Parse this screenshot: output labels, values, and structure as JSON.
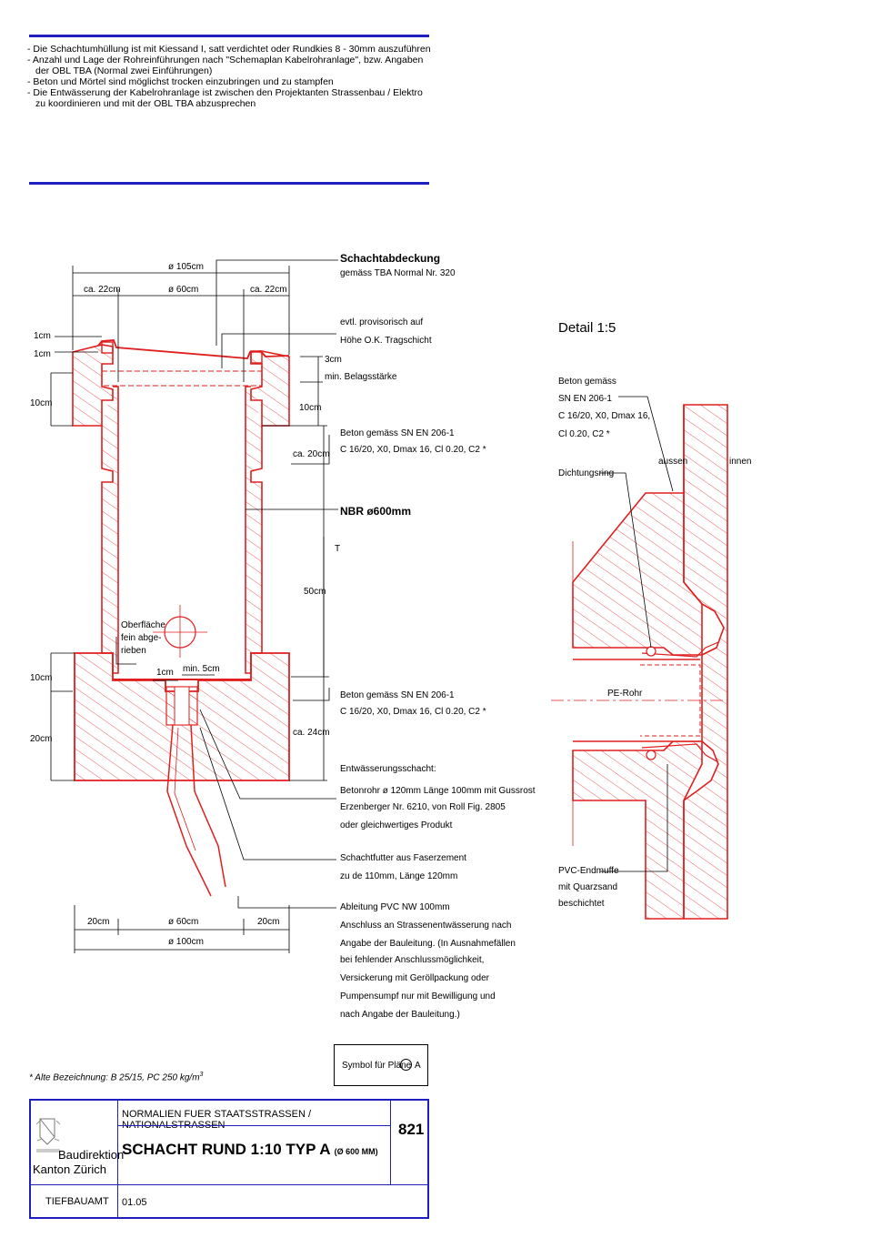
{
  "notes": [
    "- Die Schachtumhüllung ist mit Kiessand I, satt verdichtet oder Rundkies 8 - 30mm auszuführen",
    "- Anzahl und Lage der Rohreinführungen nach \"Schemaplan Kabelrohranlage\", bzw. Angaben der OBL TBA (Normal zwei Einführungen)",
    "- Beton und Mörtel sind möglichst trocken einzubringen und zu stampfen",
    "- Die Entwässerung der Kabelrohranlage ist zwischen den Projektanten Strassenbau / Elektro zu koordinieren und mit der OBL TBA abzusprechen"
  ],
  "section": {
    "dims": {
      "d105": "ø 105cm",
      "ca22_left": "ca. 22cm",
      "d60_top": "ø 60cm",
      "ca22_right": "ca. 22cm",
      "1cm_a": "1cm",
      "1cm_b": "1cm",
      "10cm_left_top": "10cm",
      "3cm": "3cm",
      "10cm_right": "10cm",
      "ca20": "ca. 20cm",
      "50cm": "50cm",
      "10cm_left_bottom": "10cm",
      "20cm_left": "20cm",
      "ca24": "ca. 24cm",
      "1cm_inner": "1cm",
      "min5": "min. 5cm",
      "20cm_bl": "20cm",
      "d60_bottom": "ø 60cm",
      "20cm_br": "20cm",
      "d100": "ø 100cm"
    },
    "oberflaeche": [
      "Oberfläche",
      "fein abge-",
      "rieben"
    ],
    "T": "T",
    "callouts": {
      "abdeckung_title": "Schachtabdeckung",
      "abdeckung_sub": "gemäss TBA Normal Nr. 320",
      "prov": [
        "evtl. provisorisch auf",
        "Höhe O.K. Tragschicht"
      ],
      "belag": "min. Belagsstärke",
      "beton1": [
        "Beton gemäss SN EN 206-1",
        "C 16/20, X0, Dmax 16, Cl 0.20, C2 *"
      ],
      "nbr": "NBR ø600mm",
      "beton2": [
        "Beton gemäss SN EN 206-1",
        "C 16/20, X0, Dmax 16, Cl 0.20, C2 *"
      ],
      "entw": [
        "Entwässerungsschacht:",
        "Betonrohr ø 120mm Länge 100mm mit Gussrost",
        "Erzenberger Nr. 6210, von Roll Fig. 2805",
        "oder gleichwertiges Produkt"
      ],
      "futter": [
        "Schachtfutter aus Faserzement",
        "zu de 110mm, Länge 120mm"
      ],
      "ableitung": [
        "Ableitung PVC NW 100mm",
        "Anschluss an Strassenentwässerung nach",
        "Angabe der Bauleitung. (In Ausnahmefällen",
        "bei fehlender Anschlussmöglichkeit,",
        "Versickerung mit Geröllpackung oder",
        "Pumpensumpf nur mit Bewilligung und",
        "nach Angabe der Bauleitung.)"
      ]
    }
  },
  "detail": {
    "title": "Detail 1:5",
    "beton": [
      "Beton gemäss",
      "SN EN 206-1",
      "C 16/20, X0, Dmax 16,",
      "Cl 0.20, C2 *"
    ],
    "aussen": "aussen",
    "innen": "innen",
    "dichtung": "Dichtungsring",
    "pe": "PE-Rohr",
    "pvc": [
      "PVC-Endmuffe",
      "mit Quarzsand",
      "beschichtet"
    ]
  },
  "footnote": {
    "text": "* Alte Bezeichnung: B 25/15, PC 250 kg/m",
    "sup": "3"
  },
  "legend": {
    "label": "Symbol für Pläne",
    "symbol": "A"
  },
  "titleblock": {
    "org_line1": "Baudirektion",
    "org_line2": "Kanton Zürich",
    "header": "NORMALIEN FUER STAATSSTRASSEN / NATIONALSTRASSEN",
    "title": "SCHACHT RUND 1:10 TYP A",
    "title_sub": "(Ø 600 MM)",
    "number": "821",
    "dept": "TIEFBAUAMT",
    "date": "01.05"
  },
  "colors": {
    "rule": "#1f1fbf",
    "concrete": "#e01e1e",
    "lines": "#000000"
  }
}
